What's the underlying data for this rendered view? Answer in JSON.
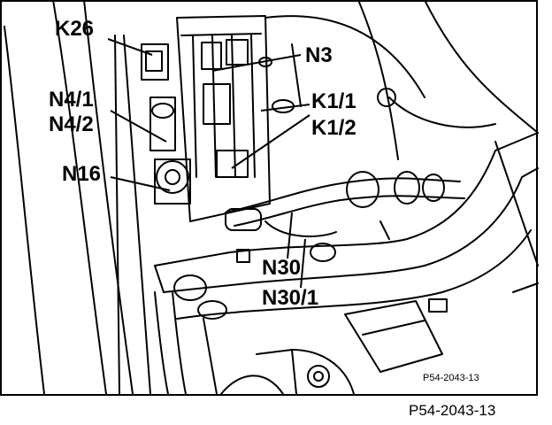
{
  "labels": {
    "k26": "K26",
    "n3": "N3",
    "n4_1": "N4/1",
    "n4_2": "N4/2",
    "k1_1": "K1/1",
    "k1_2": "K1/2",
    "n16": "N16",
    "n30": "N30",
    "n30_1": "N30/1"
  },
  "inset_code": "P54-2043-13",
  "caption": "P54-2043-13"
}
